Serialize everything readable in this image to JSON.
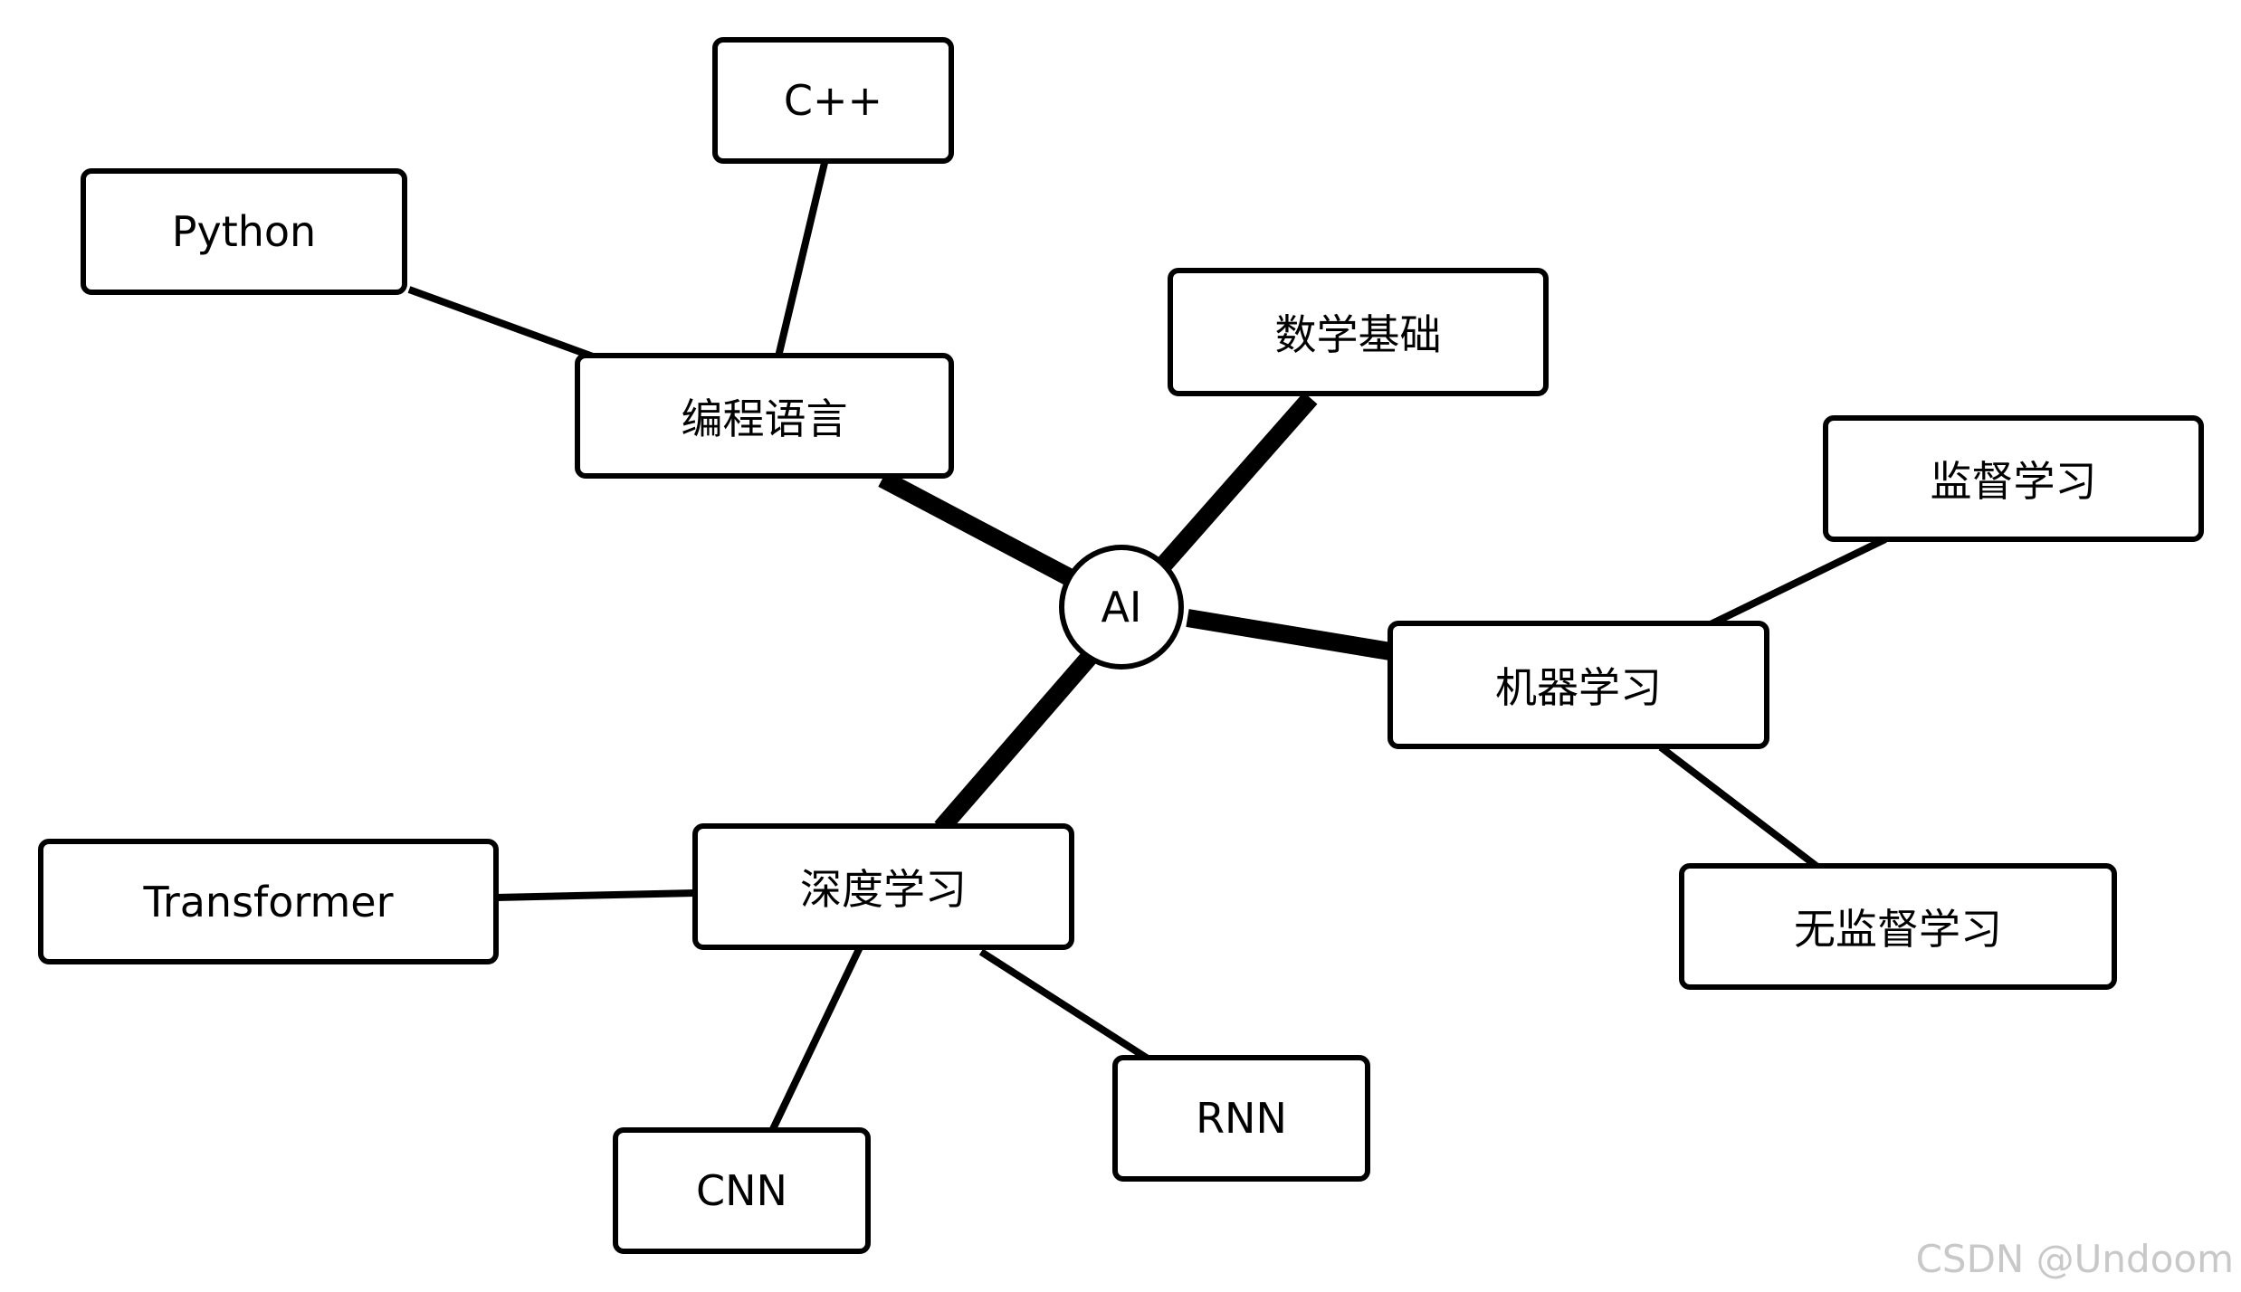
{
  "mindmap": {
    "center": "AI",
    "branches": {
      "programming": {
        "label": "编程语言",
        "children": {
          "python": "Python",
          "cpp": "C++"
        }
      },
      "math": {
        "label": "数学基础"
      },
      "ml": {
        "label": "机器学习",
        "children": {
          "supervised": "监督学习",
          "unsupervised": "无监督学习"
        }
      },
      "dl": {
        "label": "深度学习",
        "children": {
          "transformer": "Transformer",
          "cnn": "CNN",
          "rnn": "RNN"
        }
      }
    }
  },
  "watermark": "CSDN @Undoom"
}
